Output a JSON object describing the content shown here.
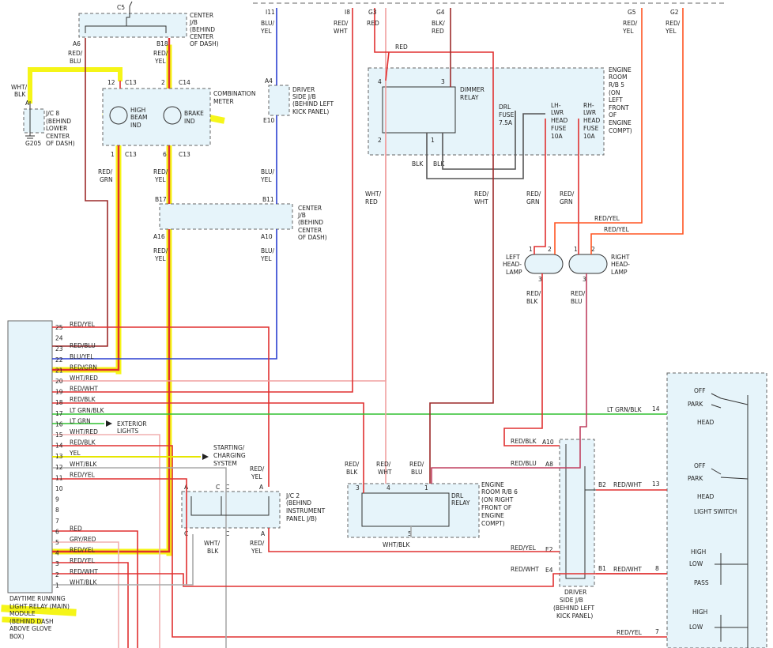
{
  "colors": {
    "red": "#e03030",
    "darkred": "#9c2a2a",
    "blue": "#2a3fd0",
    "green": "#30c030",
    "yellow": "#f0f000",
    "pink": "#f0b0b0",
    "gray": "#aaaaaa",
    "black": "#444444",
    "orange": "#ff5522",
    "highlight": "#f5f500",
    "box_fill": "#e6f4fa"
  },
  "components": {
    "drl_module": {
      "l1": "DAYTIME RUNNING",
      "l2": "LIGHT RELAY (MAIN)",
      "l3": "MODULE",
      "l4": "(BEHIND DASH",
      "l5": "ABOVE GLOVE",
      "l6": "BOX)"
    },
    "center_jb_top": {
      "l1": "CENTER",
      "l2": "J/B",
      "l3": "(BEHIND",
      "l4": "CENTER",
      "l5": "OF DASH)",
      "c5": "C5",
      "a6": "A6",
      "b18": "B18"
    },
    "jc8": {
      "l1": "J/C 8",
      "l2": "(BEHIND",
      "l3": "LOWER",
      "l4": "CENTER",
      "l5": "OF DASH)",
      "a": "A",
      "g205": "G205"
    },
    "combination_meter": {
      "l1": "COMBINATION",
      "l2": "METER",
      "high_beam_1": "HIGH",
      "high_beam_2": "BEAM",
      "high_beam_3": "IND",
      "brake_1": "BRAKE",
      "brake_2": "IND",
      "p12": "12",
      "c13a": "C13",
      "p2": "2",
      "c14": "C14",
      "p1": "1",
      "c13b": "C13",
      "p6": "6",
      "c13c": "C13"
    },
    "driver_jb_left": {
      "l1": "DRIVER",
      "l2": "SIDE J/B",
      "l3": "(BEHIND LEFT",
      "l4": "KICK PANEL)",
      "a4": "A4",
      "e10": "E10"
    },
    "center_jb_mid": {
      "l1": "CENTER",
      "l2": "J/B",
      "l3": "(BEHIND",
      "l4": "CENTER",
      "l5": "OF DASH)",
      "b17": "B17",
      "b11": "B11",
      "a16": "A16",
      "a10": "A10"
    },
    "engine_rb5": {
      "l1": "ENGINE",
      "l2": "ROOM",
      "l3": "R/B 5",
      "l4": "(ON",
      "l5": "LEFT",
      "l6": "FRONT",
      "l7": "OF",
      "l8": "ENGINE",
      "l9": "COMPT)",
      "dimmer_1": "DIMMER",
      "dimmer_2": "RELAY",
      "drl_fuse_1": "DRL",
      "drl_fuse_2": "FUSE",
      "drl_fuse_3": "7.5A",
      "lh_1": "LH-",
      "lh_2": "LWR",
      "lh_3": "HEAD",
      "lh_4": "FUSE",
      "lh_5": "10A",
      "rh_1": "RH-",
      "rh_2": "LWR",
      "rh_3": "HEAD",
      "rh_4": "FUSE",
      "rh_5": "10A",
      "p4": "4",
      "p3": "3",
      "p2": "2",
      "p1": "1",
      "blk1": "BLK",
      "blk2": "BLK"
    },
    "left_headlamp": {
      "l1": "LEFT",
      "l2": "HEAD-",
      "l3": "LAMP",
      "p1": "1",
      "p2": "2",
      "p3": "3"
    },
    "right_headlamp": {
      "l1": "RIGHT",
      "l2": "HEAD-",
      "l3": "LAMP",
      "p1": "1",
      "p2": "2",
      "p3": "3"
    },
    "jc2": {
      "l1": "J/C 2",
      "l2": "(BEHIND",
      "l3": "INSTRUMENT",
      "l4": "PANEL J/B)",
      "a1": "A",
      "c1": "C",
      "c2": "C",
      "a2": "A",
      "c3": "C",
      "c4": "C",
      "a3": "A"
    },
    "engine_rb6": {
      "l1": "ENGINE",
      "l2": "ROOM R/B 6",
      "l3": "(ON RIGHT",
      "l4": "FRONT OF",
      "l5": "ENGINE",
      "l6": "COMPT)",
      "drl_relay_1": "DRL",
      "drl_relay_2": "RELAY",
      "p3": "3",
      "p4": "4",
      "p1": "1",
      "p5": "5"
    },
    "driver_jb_right": {
      "l1": "DRIVER",
      "l2": "SIDE J/B",
      "l3": "(BEHIND LEFT",
      "l4": "KICK PANEL)",
      "a10": "A10",
      "a8": "A8",
      "b2": "B2",
      "e2": "E2",
      "e4": "E4",
      "b1": "B1"
    },
    "light_switch": {
      "name": "LIGHT SWITCH",
      "off1": "OFF",
      "park1": "PARK",
      "head1": "HEAD",
      "off2": "OFF",
      "park2": "PARK",
      "head2": "HEAD",
      "high1": "HIGH",
      "low1": "LOW",
      "pass1": "PASS",
      "high2": "HIGH",
      "low2": "LOW",
      "p14": "14",
      "p13": "13",
      "p8": "8",
      "p7": "7"
    },
    "exterior_lights": {
      "l1": "EXTERIOR",
      "l2": "LIGHTS"
    },
    "starting_charging": {
      "l1": "STARTING/",
      "l2": "CHARGING",
      "l3": "SYSTEM"
    }
  },
  "module_pins": [
    {
      "pin": "25",
      "wire": "RED/YEL"
    },
    {
      "pin": "24",
      "wire": ""
    },
    {
      "pin": "23",
      "wire": "RED/BLU"
    },
    {
      "pin": "22",
      "wire": "BLU/YEL"
    },
    {
      "pin": "21",
      "wire": "RED/GRN"
    },
    {
      "pin": "20",
      "wire": "WHT/RED"
    },
    {
      "pin": "19",
      "wire": "RED/WHT"
    },
    {
      "pin": "18",
      "wire": "RED/BLK"
    },
    {
      "pin": "17",
      "wire": "LT GRN/BLK"
    },
    {
      "pin": "16",
      "wire": "LT GRN"
    },
    {
      "pin": "15",
      "wire": "WHT/RED"
    },
    {
      "pin": "14",
      "wire": "RED/BLK"
    },
    {
      "pin": "13",
      "wire": "YEL"
    },
    {
      "pin": "12",
      "wire": "WHT/BLK"
    },
    {
      "pin": "11",
      "wire": "RED/YEL"
    },
    {
      "pin": "10",
      "wire": ""
    },
    {
      "pin": "9",
      "wire": ""
    },
    {
      "pin": "8",
      "wire": ""
    },
    {
      "pin": "7",
      "wire": ""
    },
    {
      "pin": "6",
      "wire": "RED"
    },
    {
      "pin": "5",
      "wire": "GRY/RED"
    },
    {
      "pin": "4",
      "wire": "RED/YEL"
    },
    {
      "pin": "3",
      "wire": "RED/YEL"
    },
    {
      "pin": "2",
      "wire": "RED/WHT"
    },
    {
      "pin": "1",
      "wire": "WHT/BLK"
    }
  ],
  "top_terminals": {
    "i11": "I11",
    "i8": "I8",
    "g3": "G3",
    "g4": "G4",
    "g5": "G5",
    "g2": "G2"
  },
  "wire_labels": {
    "red_blu_1": "RED/",
    "red_blu_2": "BLU",
    "red_yel_b18_1": "RED/",
    "red_yel_b18_2": "YEL",
    "blu_yel_i11_1": "BLU/",
    "blu_yel_i11_2": "YEL",
    "red_wht_i8_1": "RED/",
    "red_wht_i8_2": "WHT",
    "red_g3": "RED",
    "blk_red_g4_1": "BLK/",
    "blk_red_g4_2": "RED",
    "red_yel_g5_1": "RED/",
    "red_yel_g5_2": "YEL",
    "red_yel_g2_1": "RED/",
    "red_yel_g2_2": "YEL",
    "red_top": "RED",
    "wht_blk_jc8_1": "WHT/",
    "wht_blk_jc8_2": "BLK",
    "red_grn_meter_1": "RED/",
    "red_grn_meter_2": "GRN",
    "red_yel_meter_1": "RED/",
    "red_yel_meter_2": "YEL",
    "blu_yel_mid_1": "BLU/",
    "blu_yel_mid_2": "YEL",
    "red_yel_a16_1": "RED/",
    "red_yel_a16_2": "YEL",
    "blu_yel_a10_1": "BLU/",
    "blu_yel_a10_2": "YEL",
    "wht_red_1": "WHT/",
    "wht_red_2": "RED",
    "red_wht_drl_1": "RED/",
    "red_wht_drl_2": "WHT",
    "red_grn_lh_1": "RED/",
    "red_grn_lh_2": "GRN",
    "red_grn_rh_1": "RED/",
    "red_grn_rh_2": "GRN",
    "red_yel_h1": "RED/YEL",
    "red_yel_h2": "RED/YEL",
    "red_blk_lamp_1": "RED/",
    "red_blk_lamp_2": "BLK",
    "red_blu_lamp_1": "RED/",
    "red_blu_lamp_2": "BLU",
    "lt_grn_blk_sw": "LT GRN/BLK",
    "red_blk_a10": "RED/BLK",
    "red_blu_a8": "RED/BLU",
    "red_wht_b2": "RED/WHT",
    "red_yel_e2": "RED/YEL",
    "red_wht_e4": "RED/WHT",
    "red_wht_b1": "RED/WHT",
    "red_yel_p7": "RED/YEL",
    "red_blk_rb6_1": "RED/",
    "red_blk_rb6_2": "BLK",
    "red_wht_rb6_1": "RED/",
    "red_wht_rb6_2": "WHT",
    "red_blu_rb6_1": "RED/",
    "red_blu_rb6_2": "BLU",
    "wht_blk_rb6": "WHT/BLK",
    "red_yel_jc2_top_1": "RED/",
    "red_yel_jc2_top_2": "YEL",
    "wht_blk_jc2_1": "WHT/",
    "wht_blk_jc2_2": "BLK",
    "red_yel_jc2_bot_1": "RED/",
    "red_yel_jc2_bot_2": "YEL"
  }
}
